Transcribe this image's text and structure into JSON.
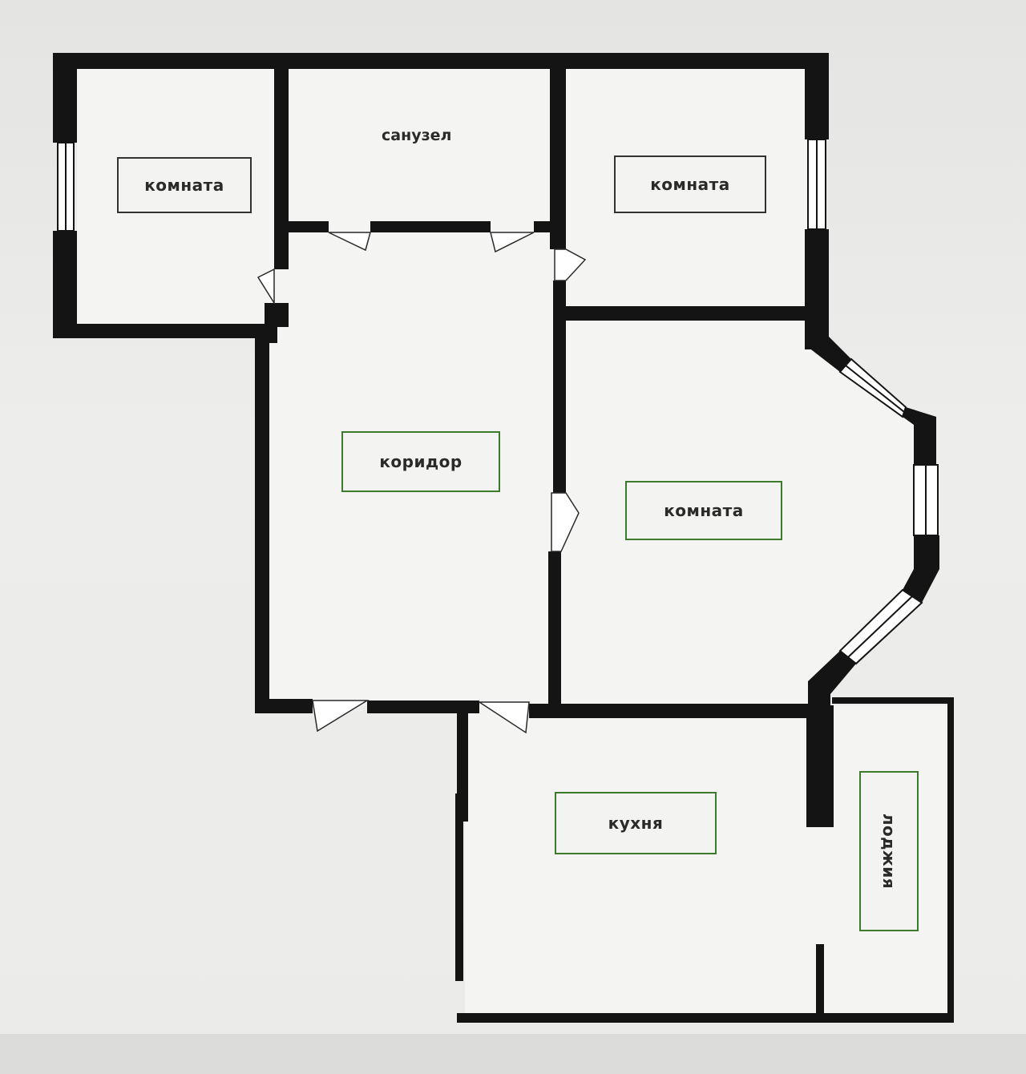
{
  "rooms": {
    "room_top_left": "комната",
    "bathroom": "санузел",
    "room_top_right": "комната",
    "corridor": "коридор",
    "room_middle": "комната",
    "kitchen": "кухня",
    "loggia": "лоджия"
  },
  "colors": {
    "wall": "#141414",
    "floor": "#f4f4f2",
    "label_border_dark": "#333333",
    "label_border_green": "#3a7a2a",
    "window": "#ffffff"
  }
}
